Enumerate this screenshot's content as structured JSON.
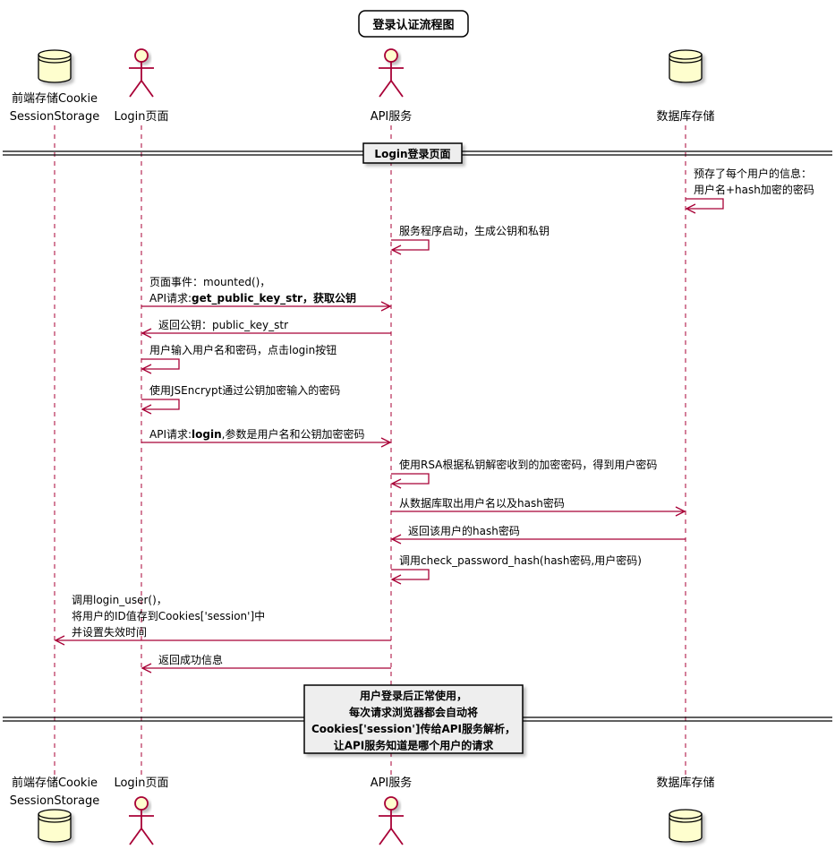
{
  "title": "登录认证流程图",
  "participants": [
    {
      "id": "store",
      "kind": "database",
      "lines": [
        "前端存储Cookie",
        "SessionStorage"
      ]
    },
    {
      "id": "login",
      "kind": "actor",
      "lines": [
        "Login页面"
      ]
    },
    {
      "id": "api",
      "kind": "actor",
      "lines": [
        "API服务"
      ]
    },
    {
      "id": "db",
      "kind": "database",
      "lines": [
        "数据库存储"
      ]
    }
  ],
  "dividers": [
    {
      "lines": [
        "Login登录页面"
      ]
    },
    {
      "lines": [
        "用户登录后正常使用，",
        "每次请求浏览器都会自动将",
        "Cookies['session']传给API服务解析，",
        "让API服务知道是哪个用户的请求"
      ]
    }
  ],
  "messages": [
    {
      "from": "db",
      "to": "db",
      "lines": [
        [
          "预存了每个用户的信息："
        ],
        [
          "用户名+hash加密的密码"
        ]
      ]
    },
    {
      "from": "api",
      "to": "api",
      "lines": [
        [
          "服务程序启动，生成公钥和私钥"
        ]
      ]
    },
    {
      "from": "login",
      "to": "api",
      "lines": [
        [
          "页面事件：mounted()，"
        ],
        [
          "API请求:",
          {
            "b": "get_public_key_str，获取公钥"
          }
        ]
      ]
    },
    {
      "from": "api",
      "to": "login",
      "lines": [
        [
          "返回公钥：public_key_str"
        ]
      ]
    },
    {
      "from": "login",
      "to": "login",
      "lines": [
        [
          "用户输入用户名和密码，点击login按钮"
        ]
      ]
    },
    {
      "from": "login",
      "to": "login",
      "lines": [
        [
          "使用JSEncrypt通过公钥加密输入的密码"
        ]
      ]
    },
    {
      "from": "login",
      "to": "api",
      "lines": [
        [
          "API请求:",
          {
            "b": "login"
          },
          ",参数是用户名和公钥加密密码"
        ]
      ]
    },
    {
      "from": "api",
      "to": "api",
      "lines": [
        [
          "使用RSA根据私钥解密收到的加密密码，得到用户密码"
        ]
      ]
    },
    {
      "from": "api",
      "to": "db",
      "lines": [
        [
          "从数据库取出用户名以及hash密码"
        ]
      ]
    },
    {
      "from": "db",
      "to": "api",
      "lines": [
        [
          "返回该用户的hash密码"
        ]
      ]
    },
    {
      "from": "api",
      "to": "api",
      "lines": [
        [
          "调用check_password_hash(hash密码,用户密码)"
        ]
      ]
    },
    {
      "from": "api",
      "to": "store",
      "lines": [
        [
          "调用login_user()，"
        ],
        [
          "将用户的ID值存到Cookies['session']中"
        ],
        [
          "并设置失效时间"
        ]
      ]
    },
    {
      "from": "api",
      "to": "login",
      "lines": [
        [
          "返回成功信息"
        ]
      ]
    }
  ],
  "colors": {
    "arrow": "#A80036",
    "box_fill": "#FEFECE",
    "divider_fill": "#EEEEEE",
    "lifeline": "#A80036"
  }
}
